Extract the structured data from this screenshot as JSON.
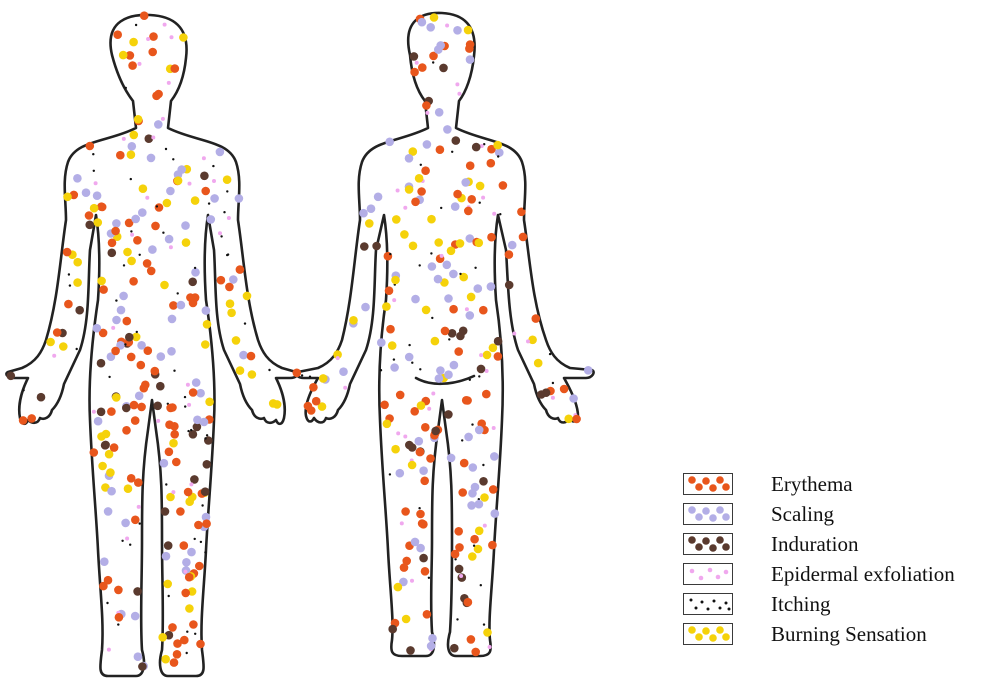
{
  "legend": {
    "items": [
      {
        "key": "erythema",
        "label": "Erythema",
        "color": "#e8561c",
        "dot": "large"
      },
      {
        "key": "scaling",
        "label": "Scaling",
        "color": "#b3aee6",
        "dot": "large"
      },
      {
        "key": "induration",
        "label": "Induration",
        "color": "#5a3a2e",
        "dot": "large"
      },
      {
        "key": "exfoliation",
        "label": "Epidermal exfoliation",
        "color": "#f0a8ee",
        "dot": "small"
      },
      {
        "key": "itching",
        "label": "Itching",
        "color": "#111111",
        "dot": "tiny"
      },
      {
        "key": "burning",
        "label": "Burning Sensation",
        "color": "#f5d20a",
        "dot": "large"
      }
    ]
  },
  "figures": [
    {
      "view": "front"
    },
    {
      "view": "back"
    }
  ]
}
